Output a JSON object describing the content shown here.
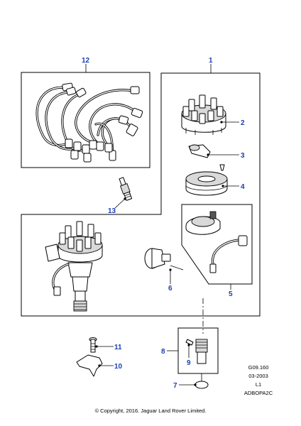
{
  "callouts": {
    "c1": "1",
    "c2": "2",
    "c3": "3",
    "c4": "4",
    "c5": "5",
    "c6": "6",
    "c7": "7",
    "c8": "8",
    "c9": "9",
    "c10": "10",
    "c11": "11",
    "c12": "12",
    "c13": "13"
  },
  "meta": {
    "figure_code": "G09.160",
    "date": "03-2003",
    "level": "L1",
    "ref": "ADBOPA2C"
  },
  "copyright": "© Copyright, 2016. Jaguar Land Rover Limited.",
  "colors": {
    "callout": "#1a3fb5",
    "line": "#000000"
  }
}
